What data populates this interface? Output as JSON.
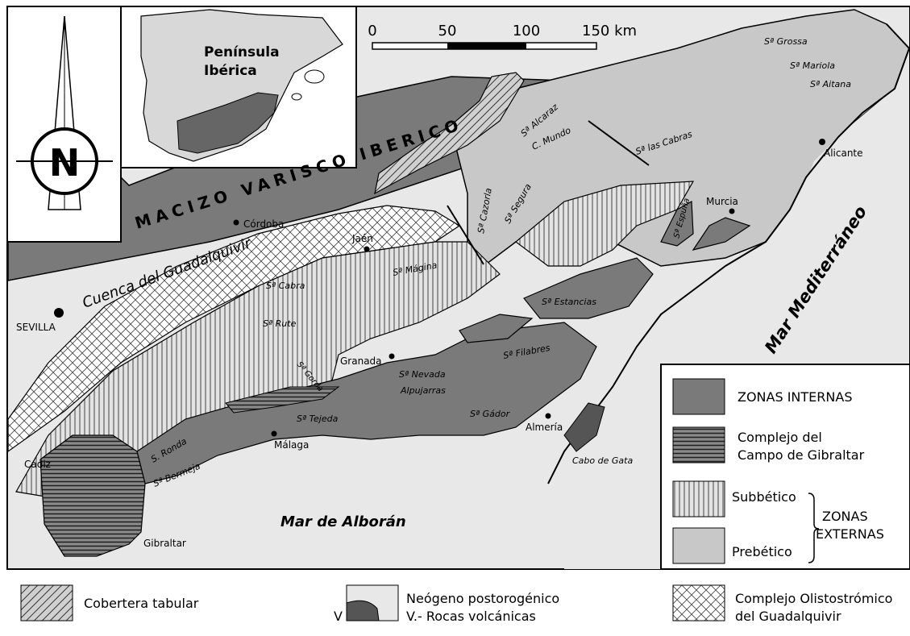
{
  "inset": {
    "title_line1": "Península",
    "title_line2": "Ibérica"
  },
  "north_arrow": {
    "letter": "N"
  },
  "scale_bar": {
    "ticks": [
      "0",
      "50",
      "100",
      "150 km"
    ]
  },
  "regions": {
    "macizo": "MACIZO VARISCO IBERICO",
    "cuenca": "Cuenca del Guadalquivir",
    "mediterraneo": "Mar Mediterráneo",
    "alboran": "Mar de Alborán"
  },
  "cities": {
    "cordoba": "Córdoba",
    "sevilla": "SEVILLA",
    "jaen": "Jaén",
    "granada": "Granada",
    "malaga": "Málaga",
    "almeria": "Almería",
    "murcia": "Murcia",
    "alicante": "Alicante",
    "cadiz": "Cádiz",
    "gibraltar": "Gibraltar"
  },
  "ranges": {
    "grossa": "Sª Grossa",
    "mariola": "Sª Mariola",
    "aitana": "Sª Aitana",
    "cabras": "Sª las Cabras",
    "alcaraz": "Sª Alcaraz",
    "mundo": "C. Mundo",
    "cazorla": "Sª Cazorla",
    "segura": "Sª Segura",
    "espuna": "Sª Espuña",
    "estancias": "Sª Estancias",
    "filabres": "Sª Filabres",
    "nevada": "Sª Nevada",
    "alpujarras": "Alpujarras",
    "gador": "Sª Gádor",
    "tejeda": "Sª Tejeda",
    "magina": "Sª Mágina",
    "cabra": "Sª Cabra",
    "rute": "Sª Rute",
    "gorda": "Sª Gorda",
    "ronda": "S. Ronda",
    "bermeja": "Sª Bermeja",
    "gata": "Cabo de Gata"
  },
  "legend": {
    "internas": "ZONAS INTERNAS",
    "gibraltar_line1": "Complejo del",
    "gibraltar_line2": "Campo de Gibraltar",
    "subbetico": "Subbético",
    "prebetico": "Prebético",
    "externas_line1": "ZONAS",
    "externas_line2": "EXTERNAS",
    "cobertera": "Cobertera tabular",
    "volcanic_mark": "V",
    "neogeno_line1": "Neógeno postorogénico",
    "neogeno_line2": "V.- Rocas volcánicas",
    "olisto_line1": "Complejo Olistostrómico",
    "olisto_line2": "del Guadalquivir"
  },
  "colors": {
    "dark_zone": "#7a7a7a",
    "light_zone": "#c8c8c8",
    "neogene": "#e8e8e8"
  }
}
